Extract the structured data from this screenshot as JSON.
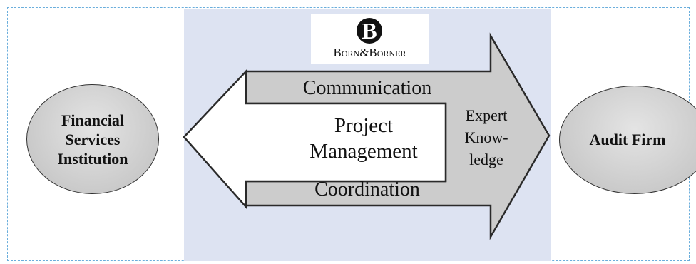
{
  "logo": {
    "mark": "B",
    "text": "Born&Borner"
  },
  "left_entity": {
    "lines": [
      "Financial",
      "Services",
      "Institution"
    ]
  },
  "right_entity": {
    "label": "Audit Firm"
  },
  "arrow_labels": {
    "top": "Communication",
    "center": [
      "Project",
      "Management"
    ],
    "bottom": "Coordination",
    "tip": [
      "Expert",
      "Know-",
      "ledge"
    ]
  },
  "colors": {
    "frame_border": "#6aaedc",
    "center_panel": "#dde3f2",
    "arrow_fill": "#cccccc",
    "arrow_stroke": "#2a2a2a"
  }
}
